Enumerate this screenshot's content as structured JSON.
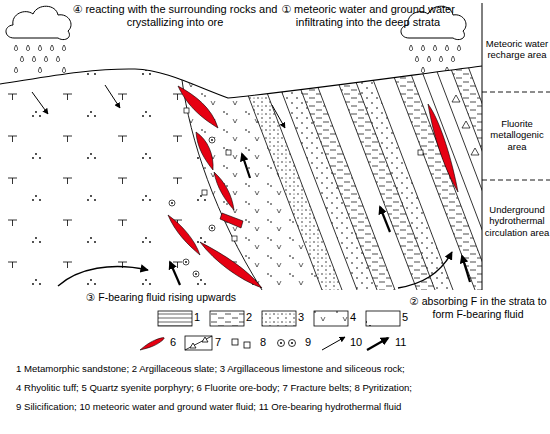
{
  "diagram": {
    "labels": [
      "④ reacting with the surrounding rocks and crystallizing into ore",
      "① meteoric water and ground water infiltrating into the deep strata",
      "Meteoric water recharge area",
      "Fluorite metallogenic area",
      "Underground hydrothermal circulation area",
      "③ F-bearing fluid rising upwards",
      "② absorbing F in the strata to form F-bearing fluid",
      "1 Metamorphic sandstone; 2 Argillaceous slate; 3 Argillaceous limestone and siliceous rock;",
      "4 Rhyolitic tuff; 5 Quartz syenite porphyry; 6 Fluorite ore-body; 7 Fracture belts; 8 Pyritization;",
      "9 Silicification; 10 meteoric water and ground water fluid; 11 Ore-bearing hydrothermal fluid"
    ],
    "legend": [
      {
        "text": "1"
      },
      {
        "text": "2"
      },
      {
        "text": "3"
      },
      {
        "text": "4"
      },
      {
        "text": "5"
      },
      {
        "text": "6",
        "color": "#e60012"
      },
      {
        "text": "7"
      },
      {
        "text": "8"
      },
      {
        "text": "9"
      },
      {
        "text": "10"
      },
      {
        "text": "11"
      }
    ]
  }
}
